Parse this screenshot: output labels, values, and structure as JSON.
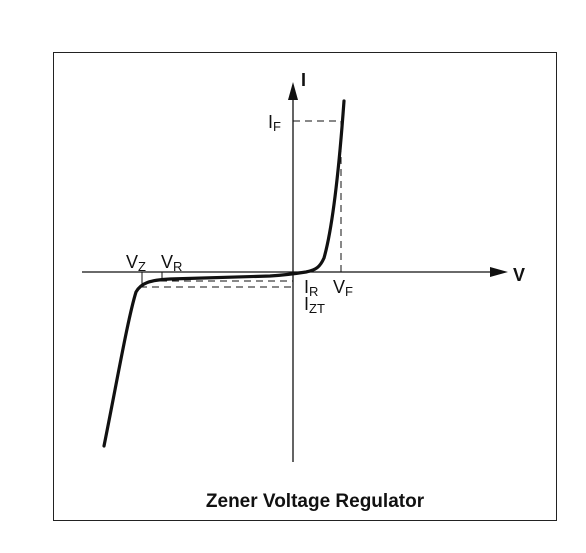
{
  "diagram": {
    "caption": "Zener Voltage Regulator",
    "axes": {
      "x_label": "V",
      "y_label": "I"
    },
    "labels": {
      "vz_main": "V",
      "vz_sub": "Z",
      "vr_main": "V",
      "vr_sub": "R",
      "if_main": "I",
      "if_sub": "F",
      "ir_main": "I",
      "ir_sub": "R",
      "izt_main": "I",
      "izt_sub": "ZT",
      "vf_main": "V",
      "vf_sub": "F"
    }
  }
}
